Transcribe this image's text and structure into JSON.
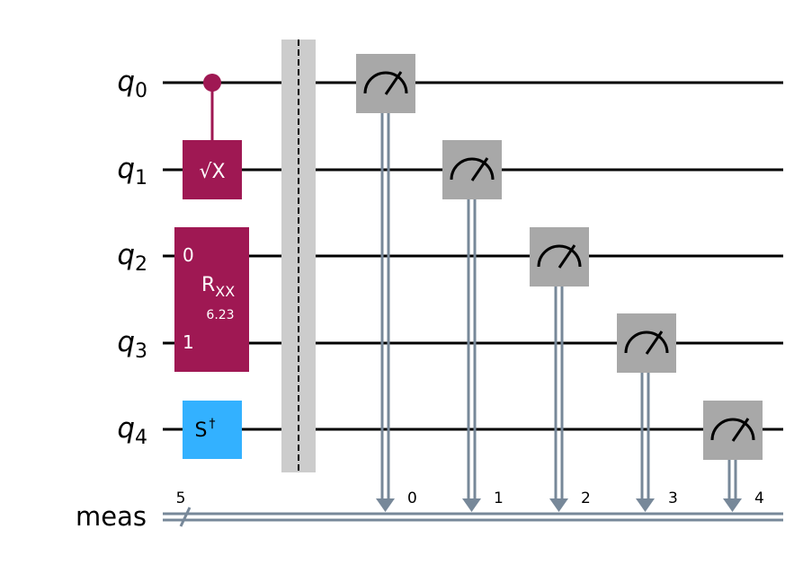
{
  "qubits": [
    {
      "letter": "q",
      "index": "0"
    },
    {
      "letter": "q",
      "index": "1"
    },
    {
      "letter": "q",
      "index": "2"
    },
    {
      "letter": "q",
      "index": "3"
    },
    {
      "letter": "q",
      "index": "4"
    }
  ],
  "classical": {
    "name": "meas",
    "width": "5"
  },
  "gates": {
    "sx": {
      "text": "√X"
    },
    "rxx": {
      "name": "R",
      "sub": "XX",
      "param": "6.23",
      "port0": "0",
      "port1": "1"
    },
    "sdg": {
      "text": "S",
      "sup": "†"
    }
  },
  "measure_bits": [
    "0",
    "1",
    "2",
    "3",
    "4"
  ],
  "colors": {
    "gate_crimson": "#9f1853",
    "gate_sdg": "#33b1ff",
    "measure_box": "#a8a8a8",
    "classical_wire": "#778899",
    "barrier": "#cccccc"
  }
}
